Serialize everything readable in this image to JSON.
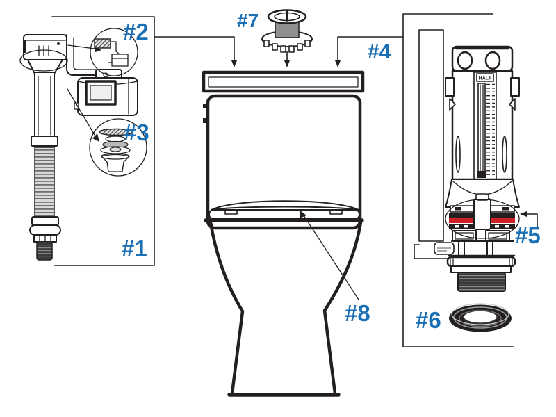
{
  "colors": {
    "label_blue": "#1B6FB5",
    "seal_red": "#CF2027",
    "line": "#231F20"
  },
  "parts": [
    {
      "label": "#1"
    },
    {
      "label": "#2"
    },
    {
      "label": "#3"
    },
    {
      "label": "#4"
    },
    {
      "label": "#5"
    },
    {
      "label": "#6"
    },
    {
      "label": "#7"
    },
    {
      "label": "#8"
    }
  ],
  "flush_valve": {
    "scale_label": "HALF"
  }
}
